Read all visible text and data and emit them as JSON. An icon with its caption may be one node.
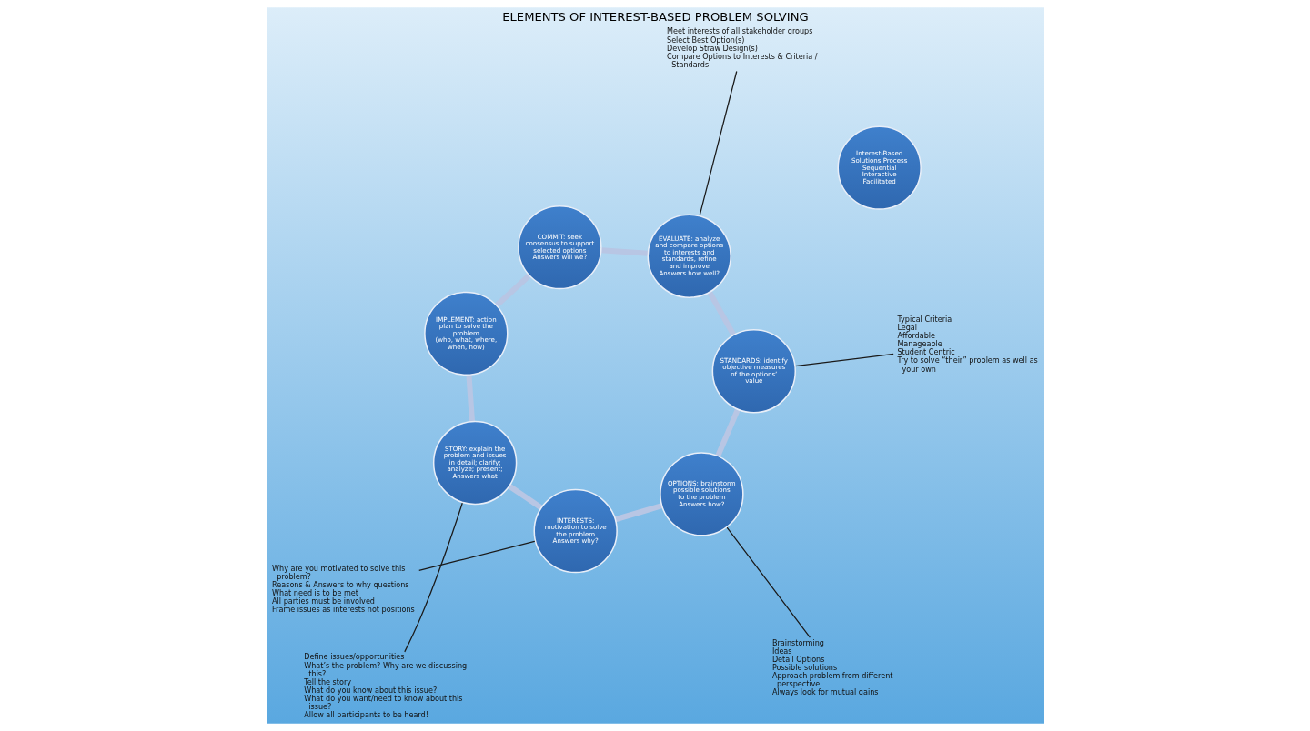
{
  "diagram": {
    "title": "ELEMENTS OF INTEREST-BASED PROBLEM SOLVING",
    "nodes": [
      {
        "text": [
          "STORY: explain the problem and issues in detail; clarify; analyze; present;",
          "Answers what"
        ]
      },
      {
        "text": [
          "INTERESTS: motivation to solve the problem",
          "Answers why?"
        ]
      },
      {
        "text": [
          "OPTIONS: brainstorm possible solutions to the problem",
          "Answers how?"
        ]
      },
      {
        "text": [
          "STANDARDS: identify objective measures of the options’ value"
        ]
      },
      {
        "text": [
          "EVALUATE: analyze and compare options to interests and standards, refine and improve",
          "Answers how well?"
        ]
      },
      {
        "text": [
          "COMMIT: seek consensus to support selected options",
          "Answers will we?"
        ]
      },
      {
        "text": [
          "IMPLEMENT: action plan to solve the problem",
          "(who, what, where, when, how)"
        ]
      },
      {
        "text": [
          "Interest-Based Solutions Process",
          "Sequential",
          "Interactive",
          "Facilitated"
        ]
      },
      {
        "text": [
          "Define issues/opportunities",
          "What’s the problem? Why are we discussing this?",
          "Tell the story",
          "What do you know about this issue?",
          "What do you want/need to know about this issue?",
          "Allow all participants to be heard!"
        ]
      },
      {
        "text": [
          "Why are you motivated to solve this problem?",
          "Reasons & Answers to why questions",
          "What need is to be met",
          "All parties must be involved",
          "Frame issues as interests not positions"
        ]
      },
      {
        "text": [
          "Brainstorming",
          "Ideas",
          "Detail Options",
          "Possible solutions",
          "Approach problem from different perspective",
          "Always look for mutual gains"
        ]
      },
      {
        "text": [
          "Typical Criteria",
          "Legal",
          "Affordable",
          "Manageable",
          "Student Centric",
          "Try to solve “their” problem as well as your own"
        ]
      },
      {
        "text": [
          "Meet interests of all stakeholder groups",
          "Select Best Option(s)",
          "Develop Straw Design(s)",
          "Compare Options to Interests & Criteria / Standards"
        ]
      }
    ],
    "edges": [
      {
        "from": 0,
        "to": 1,
        "arrow": "none"
      },
      {
        "from": 1,
        "to": 2,
        "arrow": "none"
      },
      {
        "from": 2,
        "to": 3,
        "arrow": "none"
      },
      {
        "from": 3,
        "to": 4,
        "arrow": "none"
      },
      {
        "from": 4,
        "to": 5,
        "arrow": "none"
      },
      {
        "from": 5,
        "to": 6,
        "arrow": "none"
      },
      {
        "from": 6,
        "to": 0,
        "arrow": "none"
      },
      {
        "from": 0,
        "to": 8,
        "arrow": "none",
        "color": "#1a1a1a"
      },
      {
        "from": 1,
        "to": 9,
        "arrow": "none",
        "color": "#1a1a1a"
      },
      {
        "from": 2,
        "to": 10,
        "arrow": "none",
        "color": "#1a1a1a"
      },
      {
        "from": 3,
        "to": 11,
        "arrow": "none",
        "color": "#1a1a1a"
      },
      {
        "from": 4,
        "to": 12,
        "arrow": "none",
        "color": "#1a1a1a"
      }
    ]
  }
}
